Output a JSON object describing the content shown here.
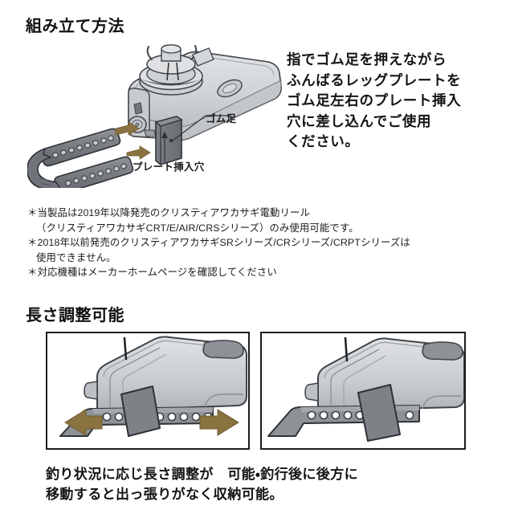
{
  "sections": {
    "assembly": {
      "heading": "組み立て方法",
      "instruction_lines": [
        "指でゴム足を押えながら",
        "ふんばるレッグプレートを",
        "ゴム足左右のプレート挿入",
        "穴に差し込んでご使用",
        "ください。"
      ],
      "figure": {
        "name": "reel-with-leg-plate-illustration",
        "callouts": [
          {
            "label": "ゴム足",
            "target": "rubber-foot"
          },
          {
            "label": "プレート挿入穴",
            "target": "plate-insertion-hole"
          }
        ],
        "arrows": [
          {
            "direction": "right",
            "meaning": "insert-upper-arm"
          },
          {
            "direction": "right",
            "meaning": "insert-lower-arm"
          }
        ]
      }
    },
    "notes": [
      "＊当製品は2019年以降発売のクリスティアワカサギ電動リール",
      "（クリスティアワカサギCRT/E/AIR/CRSシリーズ）のみ使用可能です。",
      "＊2018年以前発売のクリスティアワカサギSRシリーズ/CRシリーズ/CRPTシリーズは",
      "使用できません。",
      "＊対応機種はメーカーホームページを確認してください"
    ],
    "length_adjust": {
      "heading": "長さ調整可能",
      "panels": [
        {
          "name": "panel-extended",
          "state": "extended",
          "arrows": [
            {
              "direction": "left",
              "label": ""
            },
            {
              "direction": "right",
              "label": ""
            }
          ],
          "hole_count": 8
        },
        {
          "name": "panel-retracted",
          "state": "retracted",
          "arrows": [],
          "hole_count": 7
        }
      ],
      "caption_lines": [
        "釣り状況に応じ長さ調整が　可能・釣行後に後方に",
        "移動すると出っ張りがなく収納可能。"
      ]
    }
  },
  "colors": {
    "background": "#ffffff",
    "text": "#141414",
    "arrow": "#8a7340",
    "plate_dark": "#6e7276",
    "plate_mid": "#8d9196",
    "body_light": "#d6d8da",
    "body_mid": "#bfc2c5",
    "outline": "#3a3f44",
    "panel_border": "#1d1d1d"
  }
}
